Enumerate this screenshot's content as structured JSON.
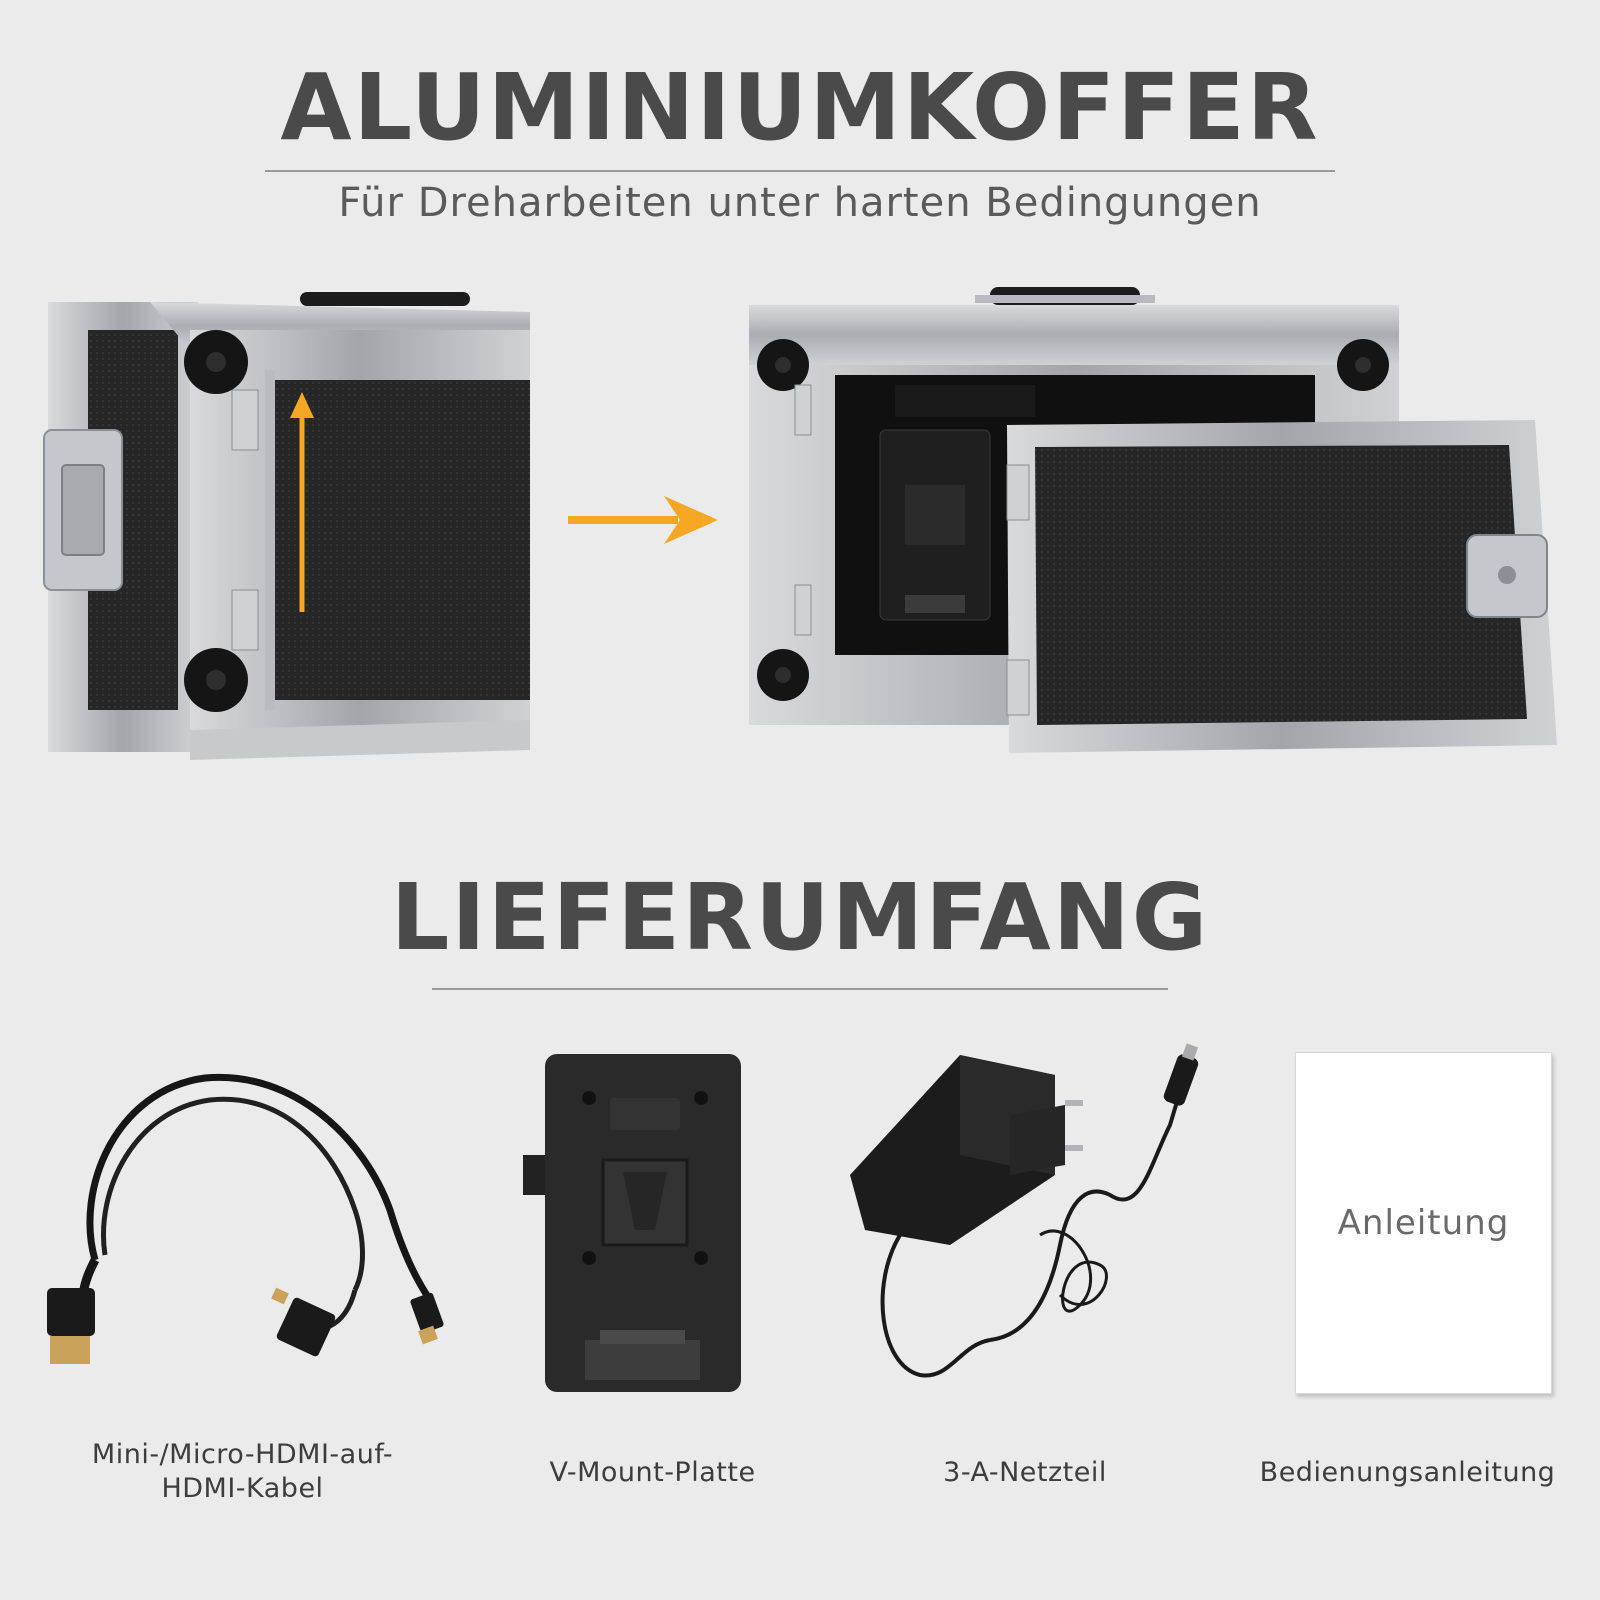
{
  "header": {
    "title": "ALUMINIUMKOFFER",
    "subtitle": "Für Dreharbeiten unter harten Bedingungen"
  },
  "contents": {
    "title": "LIEFERUMFANG",
    "items": [
      {
        "label": "Mini-/Micro-HDMI-auf-HDMI-Kabel",
        "line1": "Mini-/Micro-HDMI-auf-",
        "line2": "HDMI-Kabel"
      },
      {
        "label": "V-Mount-Platte"
      },
      {
        "label": "3-A-Netzteil"
      },
      {
        "label": "Bedienungsanleitung",
        "card_text": "Anleitung"
      }
    ]
  },
  "colors": {
    "background": "#ebebeb",
    "text": "#4a4a4a",
    "accent_arrow": "#f5a623",
    "case_dark": "#1e1e1e",
    "case_aluminium": "#b9bcc0"
  },
  "icons": [
    "up-arrow-icon",
    "right-arrow-icon"
  ]
}
